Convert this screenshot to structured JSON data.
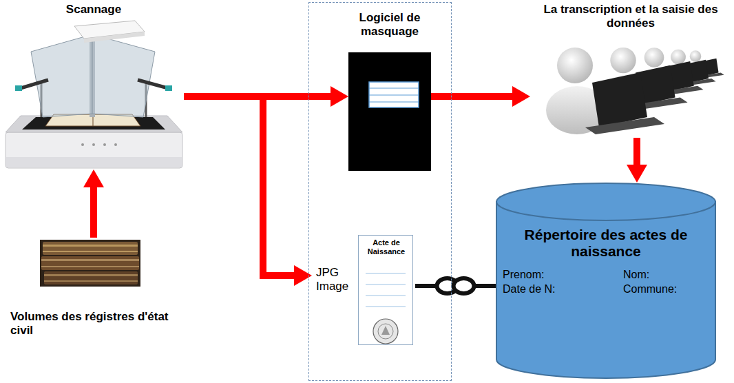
{
  "diagram": {
    "nodes": [
      {
        "text": [
          "Scannage"
        ]
      },
      {
        "text": [
          "Volumes des régistres d'état civil"
        ]
      },
      {
        "text": []
      },
      {
        "text": [
          "Logiciel de masquage"
        ],
        "in": 2
      },
      {
        "text": [
          "JPG Image",
          "Acte de Naissance"
        ],
        "in": 2
      },
      {
        "text": [
          "La transcription et la saisie des données"
        ]
      },
      {
        "text": [
          "Répertoire des actes de naissance",
          "Prenom:",
          "Nom:",
          "Date de N:",
          "Commune:"
        ]
      }
    ],
    "edges": [
      {
        "from": 1,
        "to": 0,
        "arrow": "to"
      },
      {
        "from": 0,
        "to": 3,
        "arrow": "to"
      },
      {
        "from": 0,
        "to": 4,
        "arrow": "to"
      },
      {
        "from": 3,
        "to": 5,
        "arrow": "to"
      },
      {
        "from": 5,
        "to": 6,
        "arrow": "to"
      },
      {
        "from": 4,
        "to": 6,
        "arrow": "none"
      }
    ]
  }
}
